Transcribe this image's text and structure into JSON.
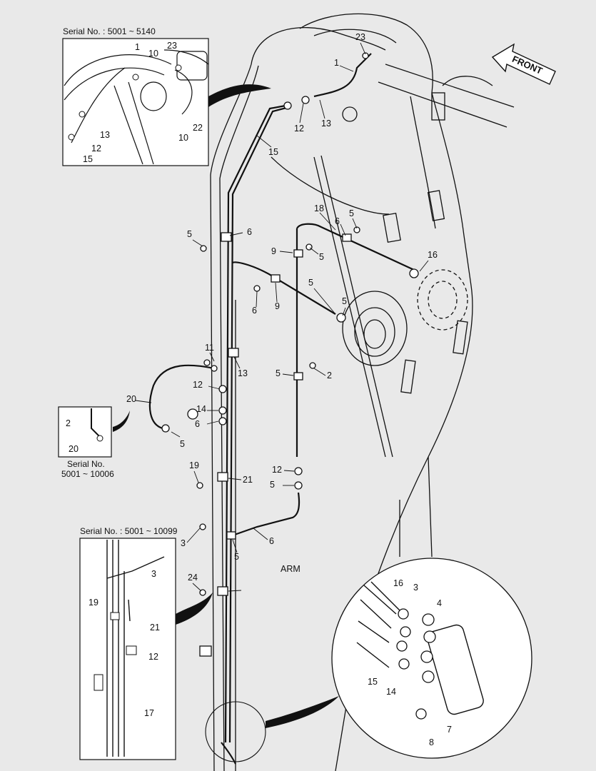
{
  "diagram": {
    "inset_top": {
      "caption": "Serial No. : 5001 ~ 5140",
      "labels": [
        "1",
        "10",
        "23",
        "13",
        "12",
        "15",
        "10",
        "22"
      ]
    },
    "inset_left": {
      "caption_line1": "Serial No.",
      "caption_line2": "5001 ~ 10006",
      "labels": [
        "2",
        "20"
      ]
    },
    "inset_bottom": {
      "caption": "Serial No. : 5001 ~ 10099",
      "labels": [
        "3",
        "19",
        "21",
        "12",
        "17"
      ]
    },
    "front_arrow": "FRONT",
    "arm_label": "ARM",
    "main_labels": [
      "23",
      "1",
      "12",
      "13",
      "15",
      "18",
      "5",
      "6",
      "5",
      "6",
      "5",
      "9",
      "16",
      "5",
      "6",
      "9",
      "5",
      "11",
      "13",
      "12",
      "14",
      "6",
      "5",
      "2",
      "20",
      "5",
      "19",
      "21",
      "12",
      "5",
      "3",
      "6",
      "5",
      "24"
    ],
    "detail_labels": [
      "16",
      "3",
      "4",
      "15",
      "14",
      "7",
      "8"
    ]
  },
  "colors": {
    "line": "#111111",
    "background": "#e9e9e9",
    "panel": "#ffffff"
  }
}
